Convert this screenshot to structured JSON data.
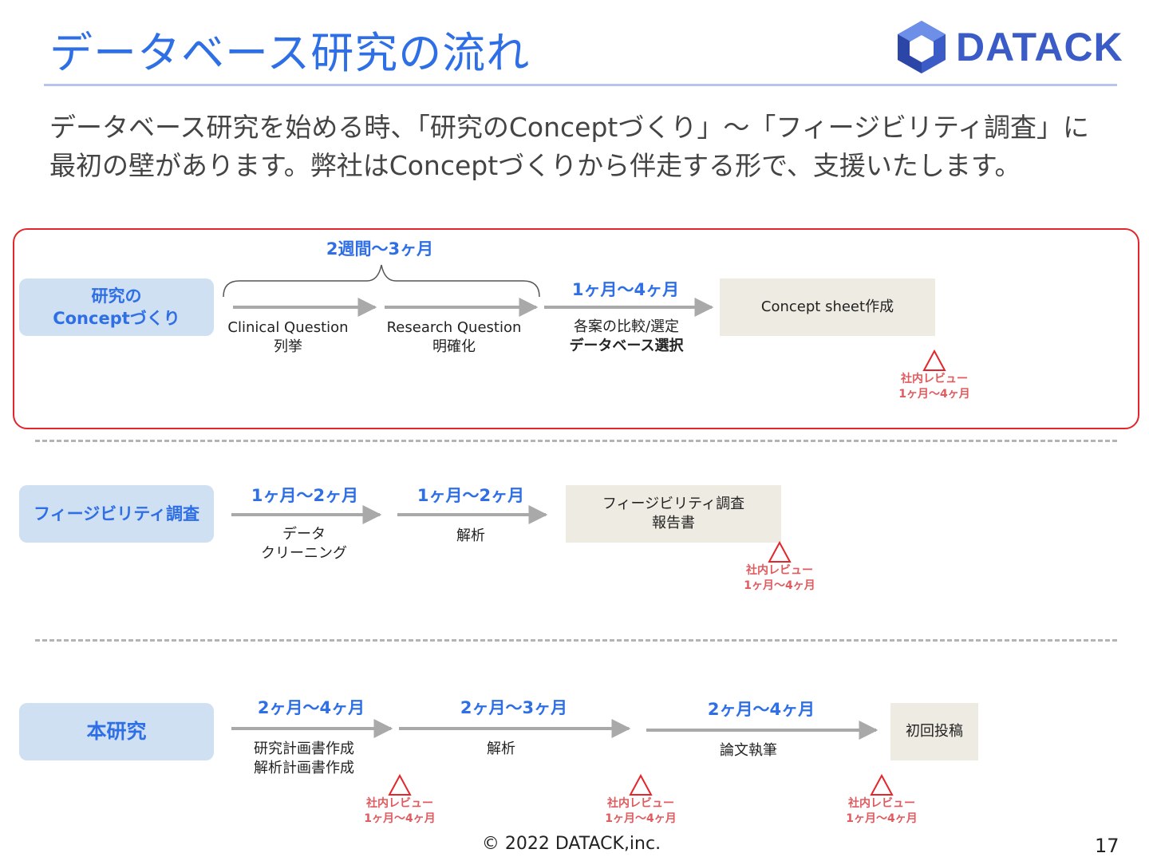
{
  "header": {
    "title": "データベース研究の流れ",
    "logo_text": "DATACK",
    "logo_icon": "hexagon-logo-icon"
  },
  "intro": "データベース研究を始める時、「研究のConceptづくり」〜「フィージビリティ調査」に最初の壁があります。弊社はConceptづくりから伴走する形で、支援いたします。",
  "review": {
    "label": "社内レビュー",
    "duration": "1ヶ月〜4ヶ月",
    "icon": "triangle-warning-icon",
    "color": "#e3262b"
  },
  "phases": [
    {
      "name_line1": "研究の",
      "name_line2": "Conceptづくり",
      "bracket_duration": "2週間〜3ヶ月",
      "steps": [
        {
          "duration": "",
          "line1": "Clinical Question",
          "line2": "列挙"
        },
        {
          "duration": "",
          "line1": "Research Question",
          "line2": "明確化"
        },
        {
          "duration": "1ヶ月〜4ヶ月",
          "line1": "各案の比較/選定",
          "line2": "データベース選択"
        }
      ],
      "deliverable_line1": "Concept sheet作成",
      "deliverable_line2": ""
    },
    {
      "name_line1": "フィージビリティ調査",
      "name_line2": "",
      "steps": [
        {
          "duration": "1ヶ月〜2ヶ月",
          "line1": "データ",
          "line2": "クリーニング"
        },
        {
          "duration": "1ヶ月〜2ヶ月",
          "line1": "解析",
          "line2": ""
        }
      ],
      "deliverable_line1": "フィージビリティ調査",
      "deliverable_line2": "報告書"
    },
    {
      "name_line1": "本研究",
      "name_line2": "",
      "steps": [
        {
          "duration": "2ヶ月〜4ヶ月",
          "line1": "研究計画書作成",
          "line2": "解析計画書作成"
        },
        {
          "duration": "2ヶ月〜3ヶ月",
          "line1": "解析",
          "line2": ""
        },
        {
          "duration": "2ヶ月〜4ヶ月",
          "line1": "論文執筆",
          "line2": ""
        }
      ],
      "deliverable_line1": "初回投稿",
      "deliverable_line2": ""
    }
  ],
  "footer": {
    "copyright": "© 2022 DATACK,inc.",
    "page_number": "17"
  }
}
